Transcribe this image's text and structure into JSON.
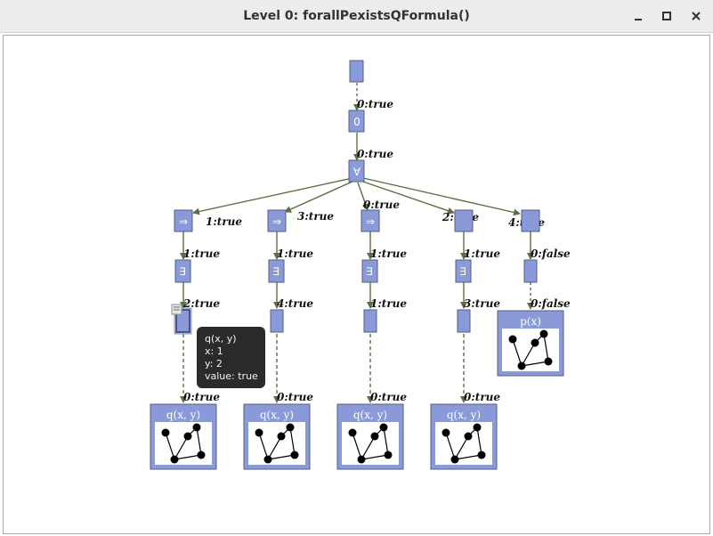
{
  "window": {
    "title": "Level 0: forallPexistsQFormula()"
  },
  "nodes": {
    "quantifier_zero": "0",
    "forall": "∀",
    "implies": "⇒",
    "exists": "∃"
  },
  "edge_labels": {
    "root_to_zero": "0:true",
    "zero_to_forall": "0:true",
    "branch_1": "1:true",
    "branch_2": "3:true",
    "branch_3": "0:true",
    "branch_4": "2:true",
    "branch_5": "4:true",
    "c1_imp_ex": "1:true",
    "c2_imp_ex": "1:true",
    "c3_imp_ex": "1:true",
    "c4_imp_ex": "1:true",
    "c5_to_box": "0:false",
    "c1_ex_leaf": "2:true",
    "c2_ex_leaf": "4:true",
    "c3_ex_leaf": "1:true",
    "c4_ex_leaf": "3:true",
    "c5_box_to_graph": "0:false",
    "c1_to_graph": "0:true",
    "c2_to_graph": "0:true",
    "c3_to_graph": "0:true",
    "c4_to_graph": "0:true"
  },
  "graphs": {
    "q1": "q(x, y)",
    "q2": "q(x, y)",
    "q3": "q(x, y)",
    "q4": "q(x, y)",
    "p": "p(x)"
  },
  "tooltip": {
    "title": "q(x, y)",
    "x": "x: 1",
    "y": "y: 2",
    "value": "value: true"
  },
  "colors": {
    "node_fill": "#8a9ad8",
    "node_stroke": "#555f80",
    "edge": "#5b6e45",
    "titlebar": "#ececec"
  }
}
